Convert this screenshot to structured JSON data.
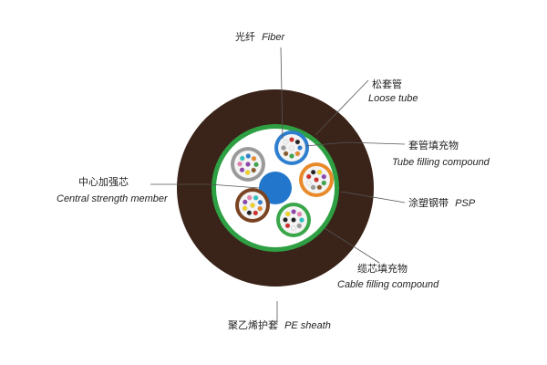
{
  "labels": {
    "fiber": {
      "cn": "光纤",
      "en": "Fiber"
    },
    "loose_tube": {
      "cn": "松套管",
      "en": "Loose tube"
    },
    "tube_filling": {
      "cn": "套管填充物",
      "en": "Tube filling compound"
    },
    "psp": {
      "cn": "涂塑钢带",
      "en": "PSP"
    },
    "cable_filling": {
      "cn": "缆芯填充物",
      "en": "Cable filling compound"
    },
    "pe_sheath": {
      "cn": "聚乙烯护套",
      "en": "PE sheath"
    },
    "central_member": {
      "cn": "中心加强芯",
      "en": "Central strength member"
    }
  },
  "colors": {
    "sheath": "#3a2318",
    "psp_ring": "#2ea043",
    "filling": "#ffffff",
    "central_member": "#2277cc",
    "leader_line": "#555555",
    "tube_blue": "#2f7fd0",
    "tube_orange": "#e98a2a",
    "tube_green": "#3aa64a",
    "tube_brown": "#7a4322",
    "tube_gray": "#9a9a9a",
    "fiber_colors": [
      "#2f7fd0",
      "#e98a2a",
      "#3aa64a",
      "#8b5a2b",
      "#9a9a9a",
      "#f2f2f2",
      "#d42c2c",
      "#222222",
      "#f2d21a",
      "#8e44ad",
      "#e87fb0",
      "#27c2c2"
    ]
  }
}
